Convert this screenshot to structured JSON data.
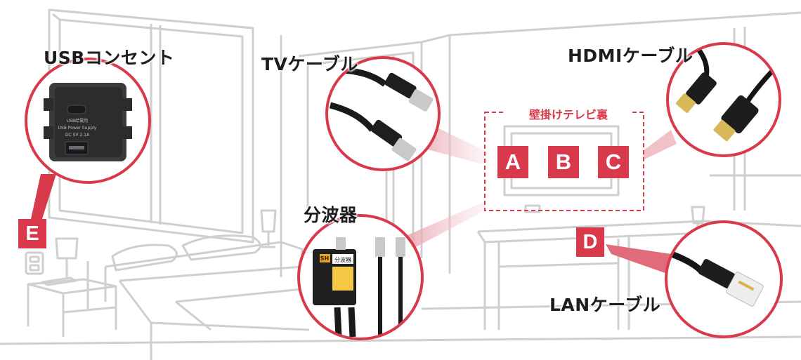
{
  "callouts": {
    "usb_outlet": "USBコンセント",
    "tv_cable": "TVケーブル",
    "hdmi_cable": "HDMIケーブル",
    "splitter": "分波器",
    "lan_cable": "LANケーブル"
  },
  "tv_area": {
    "caption": "壁掛けテレビ裏",
    "markers": [
      "A",
      "B",
      "C"
    ]
  },
  "markers": {
    "d": "D",
    "e": "E"
  },
  "product_text": {
    "usb_line1": "USB給電用",
    "usb_line2": "USB Power Supply",
    "usb_line3": "DC 5V 2.1A",
    "splitter_brand": "SH",
    "splitter_name": "分波器"
  },
  "colors": {
    "accent": "#d83a4c",
    "line_art": "#cfcfcf",
    "text": "#1d1d1d"
  }
}
